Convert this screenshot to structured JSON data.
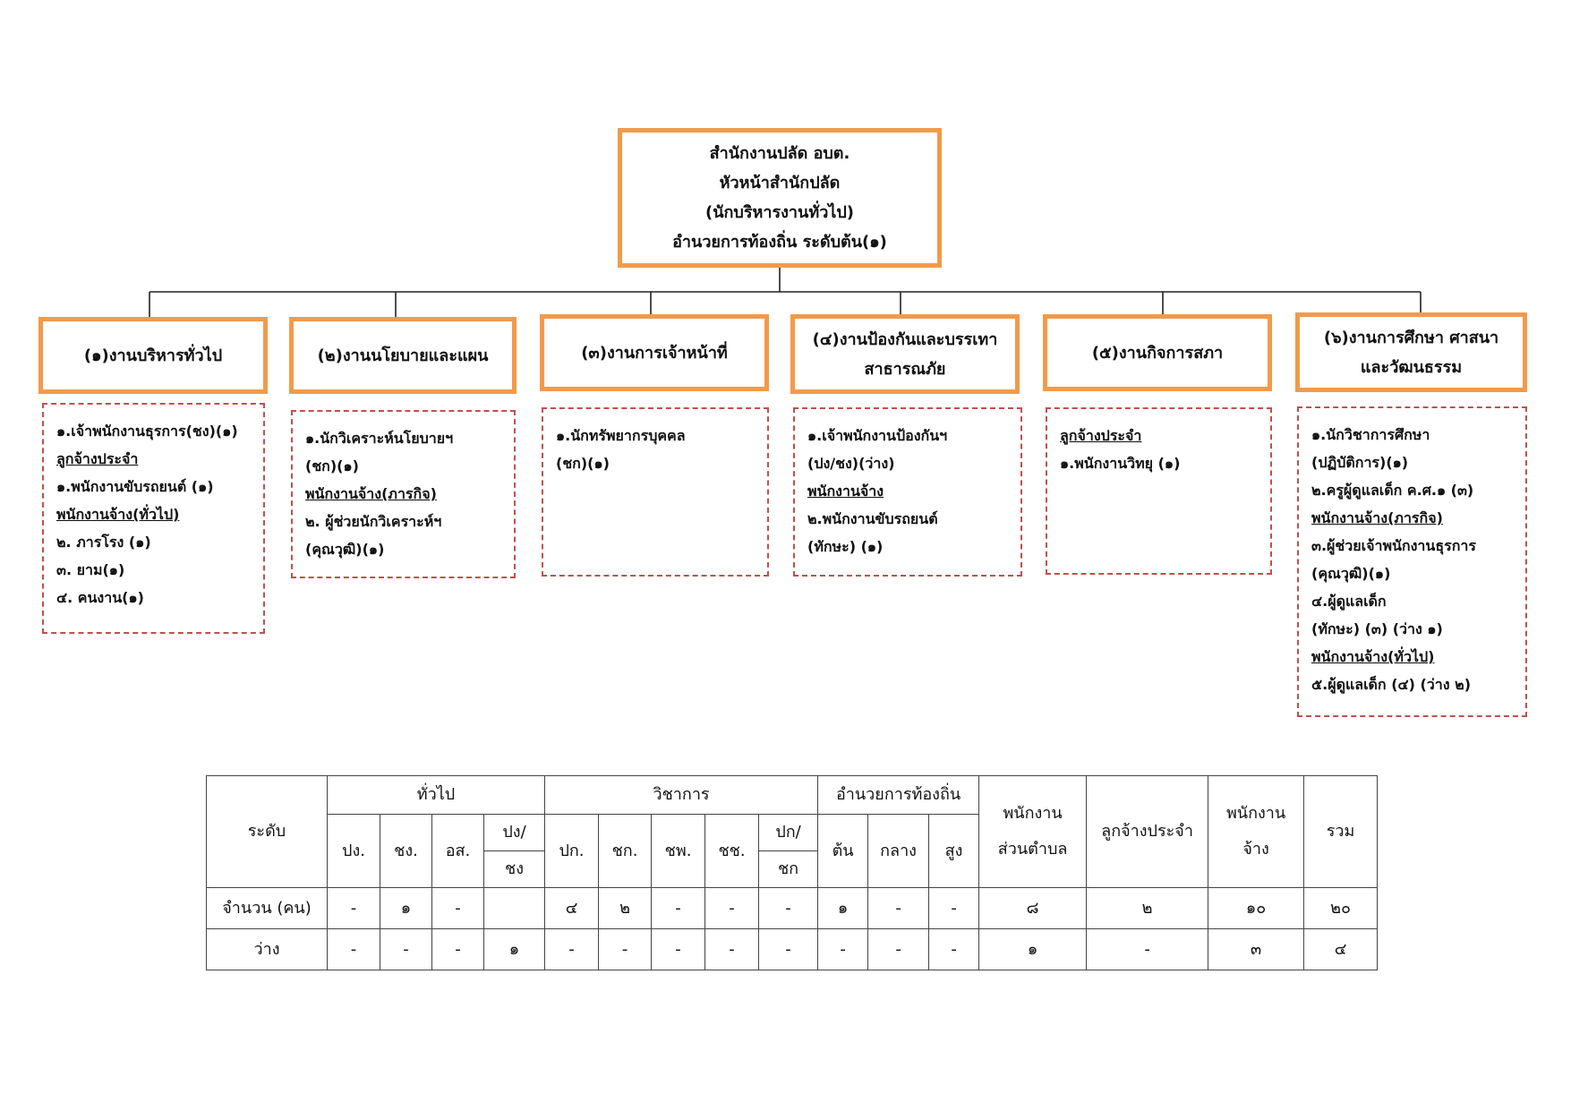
{
  "head": {
    "lines": [
      "สำนักงานปลัด อบต.",
      "หัวหน้าสำนักปลัด",
      "(นักบริหารงานทั่วไป)",
      "อำนวยการท้องถิ่น ระดับต้น(๑)"
    ]
  },
  "sections": [
    {
      "title": [
        "(๑)งานบริหารทั่วไป"
      ],
      "items": [
        {
          "t": "๑.เจ้าพนักงานธุรการ(ชง)(๑)",
          "u": false
        },
        {
          "t": "ลูกจ้างประจำ",
          "u": true
        },
        {
          "t": "๑.พนักงานขับรถยนต์ (๑)",
          "u": false
        },
        {
          "t": "พนักงานจ้าง(ทั่วไป)",
          "u": true
        },
        {
          "t": "๒. ภารโรง (๑)",
          "u": false
        },
        {
          "t": "๓. ยาม(๑)",
          "u": false
        },
        {
          "t": "๔. คนงาน(๑)",
          "u": false
        }
      ]
    },
    {
      "title": [
        "(๒)งานนโยบายและแผน"
      ],
      "items": [
        {
          "t": "๑.นักวิเคราะห์นโยบายฯ",
          "u": false
        },
        {
          "t": "(ชก)(๑)",
          "u": false
        },
        {
          "t": "พนักงานจ้าง(ภารกิจ)",
          "u": true
        },
        {
          "t": "๒. ผู้ช่วยนักวิเคราะห์ฯ",
          "u": false
        },
        {
          "t": "(คุณวุฒิ)(๑)",
          "u": false
        }
      ]
    },
    {
      "title": [
        "(๓)งานการเจ้าหน้าที่"
      ],
      "items": [
        {
          "t": "๑.นักทรัพยากรบุคคล",
          "u": false
        },
        {
          "t": "(ชก)(๑)",
          "u": false
        }
      ]
    },
    {
      "title": [
        "(๔)งานป้องกันและบรรเทา",
        "สาธารณภัย"
      ],
      "items": [
        {
          "t": "๑.เจ้าพนักงานป้องกันฯ",
          "u": false
        },
        {
          "t": "(ปง/ชง)(ว่าง)",
          "u": false
        },
        {
          "t": "พนักงานจ้าง",
          "u": true
        },
        {
          "t": "๒.พนักงานขับรถยนต์",
          "u": false
        },
        {
          "t": "(ทักษะ) (๑)",
          "u": false
        }
      ]
    },
    {
      "title": [
        "(๕)งานกิจการสภา"
      ],
      "items": [
        {
          "t": "ลูกจ้างประจำ",
          "u": true
        },
        {
          "t": "๑.พนักงานวิทยุ (๑)",
          "u": false
        }
      ]
    },
    {
      "title": [
        "(๖)งานการศึกษา ศาสนา",
        "และวัฒนธรรม"
      ],
      "items": [
        {
          "t": "๑.นักวิชาการศึกษา",
          "u": false
        },
        {
          "t": "(ปฏิบัติการ)(๑)",
          "u": false
        },
        {
          "t": "๒.ครูผู้ดูแลเด็ก ค.ศ.๑ (๓)",
          "u": false
        },
        {
          "t": "พนักงานจ้าง(ภารกิจ)",
          "u": true
        },
        {
          "t": "๓.ผู้ช่วยเจ้าพนักงานธุรการ",
          "u": false
        },
        {
          "t": "(คุณวุฒิ)(๑)",
          "u": false
        },
        {
          "t": "๔.ผู้ดูแลเด็ก",
          "u": false
        },
        {
          "t": "(ทักษะ) (๓) (ว่าง ๑)",
          "u": false
        },
        {
          "t": "พนักงานจ้าง(ทั่วไป)",
          "u": true
        },
        {
          "t": "๕.ผู้ดูแลเด็ก (๔) (ว่าง ๒)",
          "u": false
        }
      ]
    }
  ],
  "table": {
    "level_label": "ระดับ",
    "groups": {
      "general": "ทั่วไป",
      "academic": "วิชาการ",
      "admin": "อำนวยการท้องถิ่น",
      "staff": [
        "พนักงาน",
        "ส่วนตำบล"
      ],
      "permanent": "ลูกจ้างประจำ",
      "contract": [
        "พนักงาน",
        "จ้าง"
      ],
      "total": "รวม"
    },
    "general_cols": [
      "ปง.",
      "ชง.",
      "อส.",
      [
        "ปง/",
        "ชง"
      ]
    ],
    "academic_cols": [
      "ปก.",
      "ชก.",
      "ชพ.",
      "ชช.",
      [
        "ปก/",
        "ชก"
      ]
    ],
    "admin_cols": [
      "ต้น",
      "กลาง",
      "สูง"
    ],
    "rows": [
      {
        "label": "จำนวน (คน)",
        "cells": [
          "-",
          "๑",
          "-",
          "",
          "๔",
          "๒",
          "-",
          "-",
          "-",
          "๑",
          "-",
          "-",
          "๘",
          "๒",
          "๑๐",
          "๒๐"
        ]
      },
      {
        "label": "ว่าง",
        "cells": [
          "-",
          "-",
          "-",
          "๑",
          "-",
          "-",
          "-",
          "-",
          "-",
          "-",
          "-",
          "-",
          "๑",
          "-",
          "๓",
          "๔"
        ]
      }
    ]
  }
}
